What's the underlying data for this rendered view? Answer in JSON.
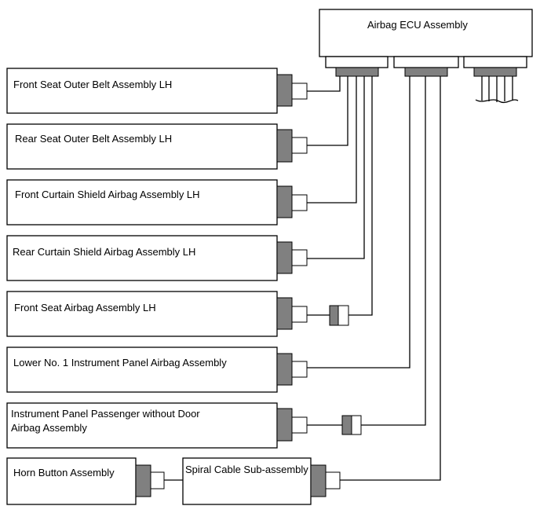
{
  "diagram": {
    "ecu": {
      "label": "Airbag ECU Assembly"
    },
    "components": [
      {
        "id": "front-seat-outer-belt-lh",
        "label": "Front Seat Outer Belt Assembly LH"
      },
      {
        "id": "rear-seat-outer-belt-lh",
        "label": "Rear Seat Outer Belt Assembly LH"
      },
      {
        "id": "front-curtain-shield-airbag-lh",
        "label": "Front Curtain Shield Airbag Assembly LH"
      },
      {
        "id": "rear-curtain-shield-airbag-lh",
        "label": "Rear Curtain Shield Airbag Assembly LH"
      },
      {
        "id": "front-seat-airbag-lh",
        "label": "Front Seat Airbag Assembly LH"
      },
      {
        "id": "lower-no1-instrument-panel-airbag",
        "label": "Lower No. 1 Instrument Panel Airbag Assembly"
      },
      {
        "id": "instrument-panel-passenger-airbag",
        "label_line1": "Instrument Panel Passenger without Door",
        "label_line2": "Airbag Assembly"
      }
    ],
    "horn": {
      "label": "Horn Button Assembly"
    },
    "spiral": {
      "label": "Spiral Cable Sub-assembly"
    }
  }
}
